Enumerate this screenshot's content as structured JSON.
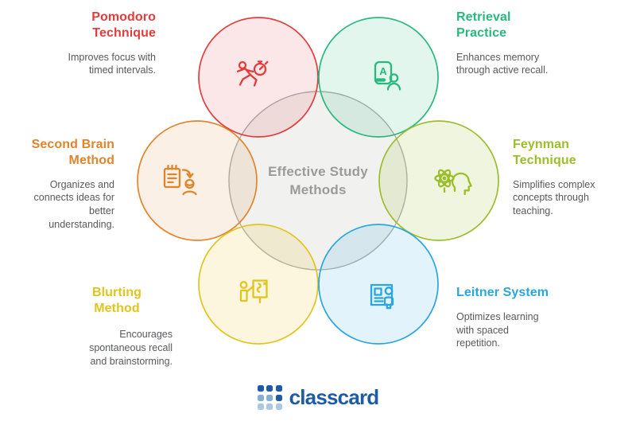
{
  "background": "#ffffff",
  "center": {
    "title": "Effective Study\nMethods",
    "text_color": "#9b9b9b",
    "circle_stroke": "#aeaeae",
    "circle_fill": "#f1f1ef"
  },
  "colors": {
    "description_text": "#58595b"
  },
  "methods": [
    {
      "id": "pomodoro",
      "title": "Pomodoro\nTechnique",
      "description": "Improves focus with\ntimed intervals.",
      "color": "#e23c3c",
      "fill": "rgba(226,60,60,0.12)",
      "icon": "running-timer-icon"
    },
    {
      "id": "retrieval",
      "title": "Retrieval\nPractice",
      "description": "Enhances memory\nthrough active recall.",
      "color": "#27b97f",
      "fill": "rgba(39,185,127,0.13)",
      "icon": "flashcard-person-icon",
      "icon_letter": "A"
    },
    {
      "id": "second-brain",
      "title": "Second Brain\nMethod",
      "description": "Organizes and\nconnects ideas for\nbetter\nunderstanding.",
      "color": "#e2842a",
      "fill": "rgba(226,132,42,0.12)",
      "icon": "notes-transfer-icon"
    },
    {
      "id": "feynman",
      "title": "Feynman\nTechnique",
      "description": "Simplifies complex\nconcepts through\nteaching.",
      "color": "#9cbe2b",
      "fill": "rgba(156,190,43,0.15)",
      "icon": "atom-head-icon"
    },
    {
      "id": "blurting",
      "title": "Blurting\nMethod",
      "description": "Encourages\nspontaneous recall\nand brainstorming.",
      "color": "#e2c41d",
      "fill": "rgba(226,196,29,0.15)",
      "icon": "whiteboard-presenter-icon"
    },
    {
      "id": "leitner",
      "title": "Leitner System",
      "description": "Optimizes learning\nwith spaced\nrepetition.",
      "color": "#2aa6de",
      "fill": "rgba(42,166,222,0.13)",
      "icon": "flashcard-box-person-icon"
    }
  ],
  "logo": {
    "text": "classcard",
    "text_color": "#1d5ba6",
    "dot_colors": [
      "#1d5ba6",
      "#1d5ba6",
      "#1d5ba6",
      "#85aed6",
      "#85aed6",
      "#1d5ba6",
      "#abc7e4",
      "#abc7e4",
      "#abc7e4"
    ]
  }
}
